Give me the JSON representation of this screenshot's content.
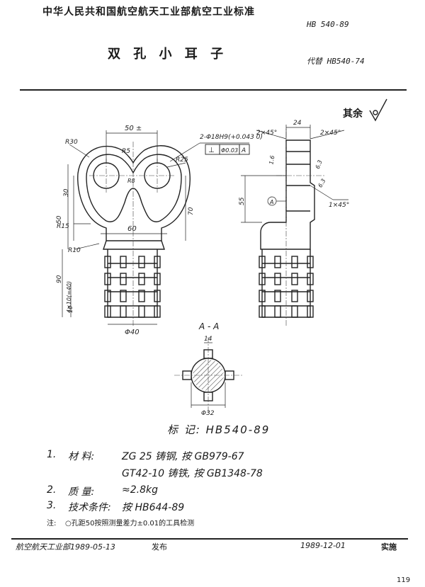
{
  "header": {
    "organization": "中华人民共和国航空航天工业部航空工业标准",
    "code": "HB 540-89",
    "title": "双 孔 小 耳 子",
    "replaces": "代替 HB540-74"
  },
  "drawing": {
    "roughness_note": "其余",
    "dim_50_tol": "50 ±",
    "dim_r30": "R30",
    "dim_r5": "R5",
    "dim_r25": "R25",
    "dim_r15": "R15",
    "dim_r10": "R10",
    "dim_r8": "R8",
    "dim_30": "30",
    "dim_50": "50",
    "dim_70": "70",
    "dim_60": "60",
    "dim_90": "90",
    "dim_pitch": "4×10(=40)",
    "dim_10": "10",
    "dim_phi40": "Φ40",
    "hole_spec": "2-Φ18H9(+0.043 0)",
    "gdt_symbol": "⊥",
    "gdt_value": "Φ0.03",
    "gdt_datum": "A",
    "dim_24": "24",
    "dim_chamfer_left": "2×45°",
    "dim_chamfer_right": "2×45°",
    "dim_1x45": "1×45°",
    "dim_55": "55",
    "datum_a": "A",
    "roughness_a": "1.6",
    "roughness_b": "6.3",
    "roughness_c": "6.3",
    "section_label": "A - A",
    "dim_14": "14",
    "dim_phi32": "Φ32"
  },
  "mark_line": "标     记: HB540-89",
  "items": [
    {
      "num": "1.",
      "label": "材     料:",
      "value": "ZG 25 铸钢, 按 GB979-67"
    },
    {
      "num": "",
      "label": "",
      "value": "GT42-10 铸铁, 按 GB1348-78"
    },
    {
      "num": "2.",
      "label": "质     量:",
      "value": "≈2.8kg"
    },
    {
      "num": "3.",
      "label": "技术条件:",
      "value": "按 HB644-89"
    }
  ],
  "note_label": "注:",
  "note_text": "○孔距50按照测量差力±0.01的工具检测",
  "footer": {
    "issuer": "航空航天工业部1989-05-13",
    "issued": "发布",
    "effective_date": "1989-12-01",
    "effective": "实施"
  },
  "page_number": "119"
}
